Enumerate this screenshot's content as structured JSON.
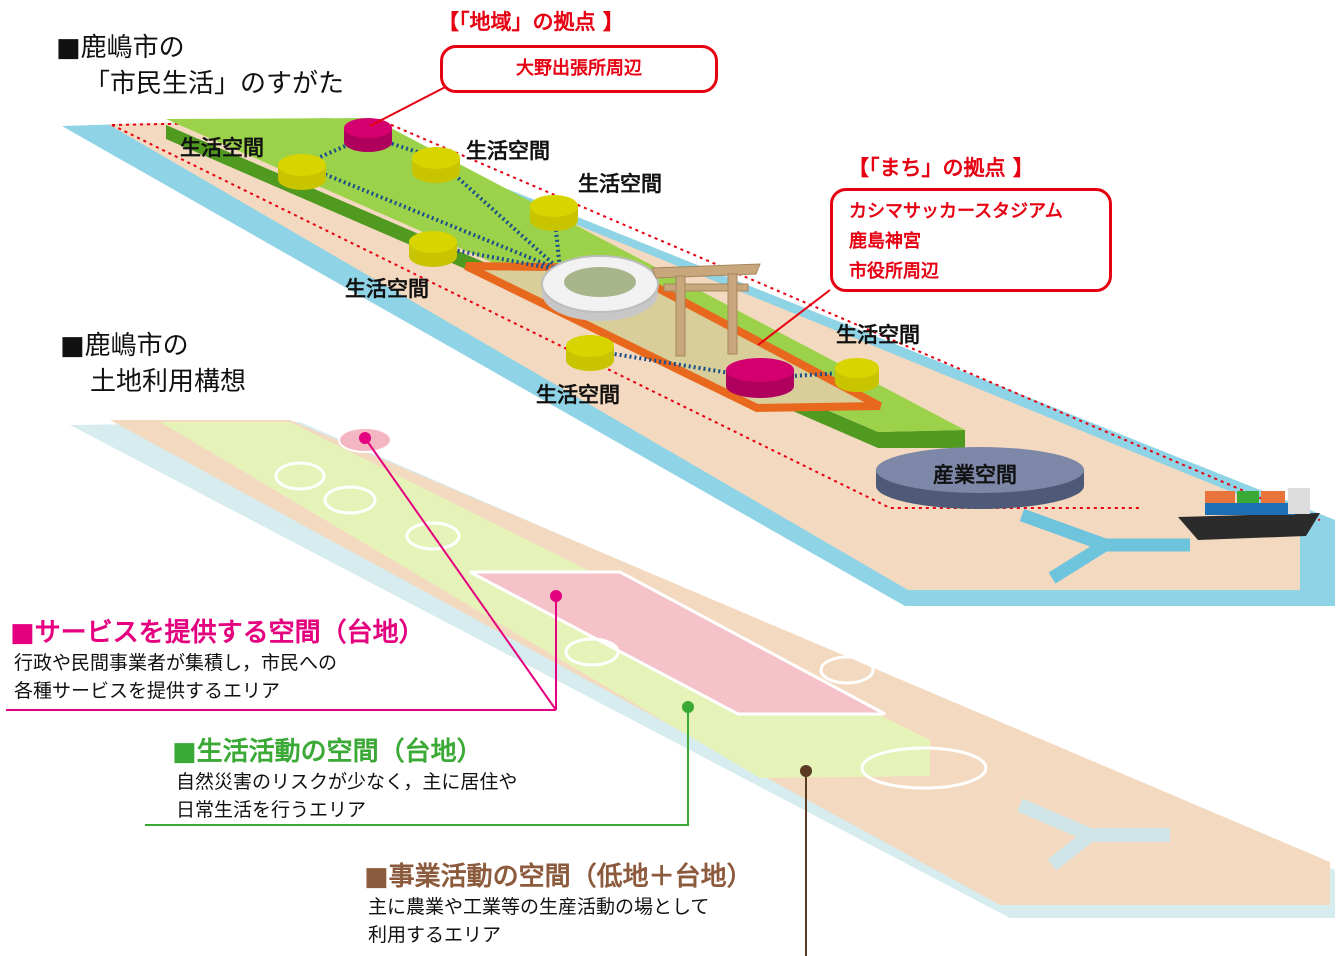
{
  "upper_heading": {
    "line1": "■鹿嶋市の",
    "line2": "「市民生活」のすがた"
  },
  "lower_heading": {
    "line1": "■鹿嶋市の",
    "line2": "土地利用構想"
  },
  "living_space_label": "生活空間",
  "industrial_space_label": "産業空間",
  "region_hub": {
    "title": "【「地域」の拠点 】",
    "items": [
      "大野出張所周辺"
    ]
  },
  "town_hub": {
    "title": "【「まち」の拠点 】",
    "items": [
      "カシマサッカースタジアム",
      "鹿島神宮",
      "市役所周辺"
    ]
  },
  "legend": [
    {
      "title": "■サービスを提供する空間（台地）",
      "desc1": "行政や民間事業者が集積し，市民への",
      "desc2": "各種サービスを提供するエリア",
      "color": "#e4007f"
    },
    {
      "title": "■生活活動の空間（台地）",
      "desc1": "自然災害のリスクが少なく，主に居住や",
      "desc2": "日常生活を行うエリア",
      "color": "#3aa935"
    },
    {
      "title": "■事業活動の空間（低地＋台地）",
      "desc1": "主に農業や工業等の生産活動の場として",
      "desc2": "利用するエリア",
      "color": "#8c5a3c"
    }
  ],
  "colors": {
    "water": "#8fd3e6",
    "land": "#f3d9bf",
    "plateau": "#9bd24a",
    "service": "#e4007f",
    "life": "#3aa935",
    "business": "#8c5a3c",
    "hub_red": "#e60012"
  }
}
